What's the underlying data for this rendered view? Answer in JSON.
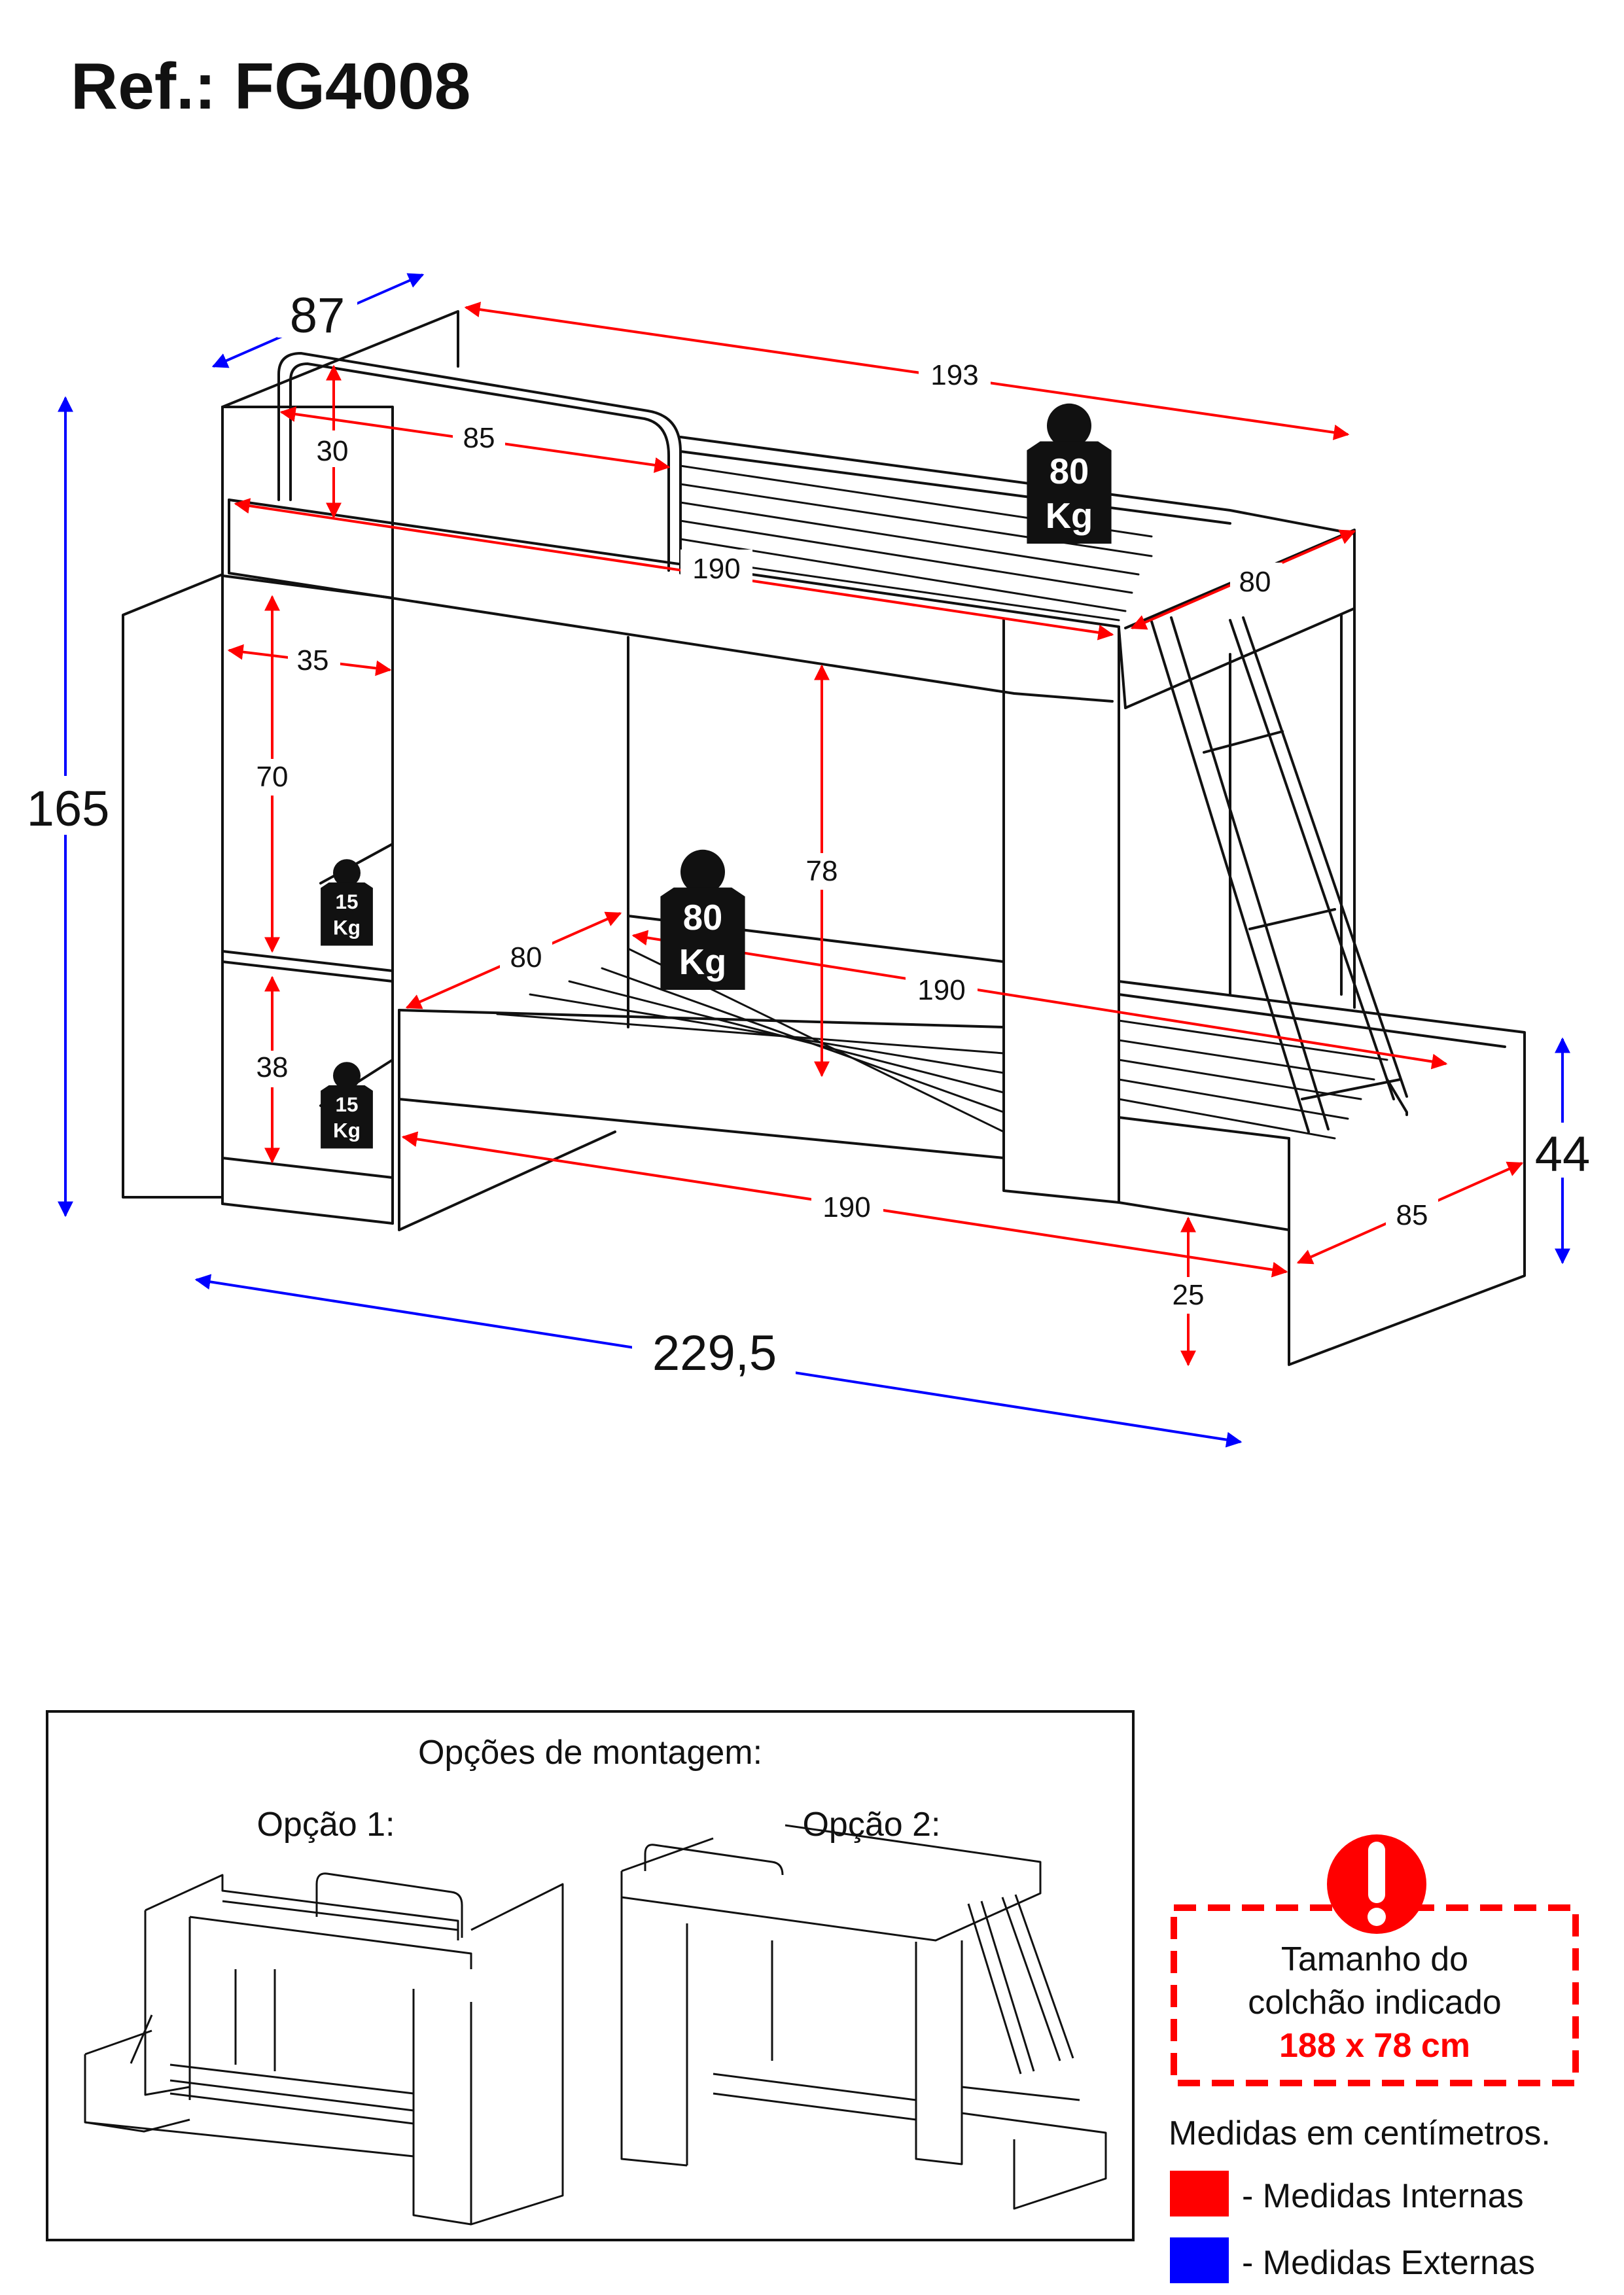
{
  "header": {
    "title": "Ref.: FG4008"
  },
  "colors": {
    "internal": "#ff0000",
    "external": "#0000ff",
    "line": "#111111",
    "weight_badge": "#111111"
  },
  "dimensions": {
    "external": {
      "depth": "87",
      "height": "165",
      "width": "229,5",
      "lower_height": "44"
    },
    "internal": {
      "top_length": "193",
      "guard_height": "30",
      "guard_length": "85",
      "top_bed_length": "190",
      "top_bed_width": "80",
      "shelf_depth": "35",
      "shelf_top_height": "70",
      "shelf_bottom_height": "38",
      "clearance": "78",
      "lower_bed_width": "80",
      "lower_bed_length": "190",
      "base_length": "190",
      "foot_height": "25",
      "base_width": "85"
    }
  },
  "weights": {
    "top_bed": {
      "value": "80",
      "unit": "Kg"
    },
    "lower_bed": {
      "value": "80",
      "unit": "Kg"
    },
    "shelf_upper": {
      "value": "15",
      "unit": "Kg"
    },
    "shelf_lower": {
      "value": "15",
      "unit": "Kg"
    }
  },
  "assembly": {
    "title": "Opções de montagem:",
    "option1": "Opção 1:",
    "option2": "Opção 2:"
  },
  "mattress_notice": {
    "icon": "exclamation-icon",
    "line1": "Tamanho do",
    "line2": "colchão indicado",
    "size": "188 x 78 cm"
  },
  "legend": {
    "units_note": "Medidas em centímetros.",
    "internal_label": "- Medidas Internas",
    "external_label": "- Medidas Externas"
  }
}
